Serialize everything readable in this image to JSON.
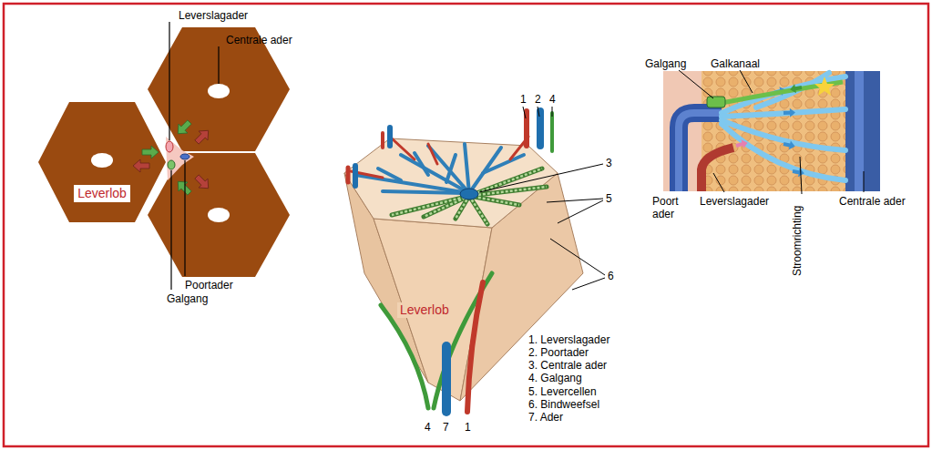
{
  "diagram": {
    "nodes": [
      {
        "text": [
          "Leverlob"
        ]
      }
    ],
    "labels": [
      "Leverslagader",
      "Centrale ader",
      "Poortader",
      "Galgang",
      "1",
      "2",
      "4",
      "3",
      "5",
      "6",
      "4",
      "7",
      "1",
      "1. Leverslagader",
      "2. Poortader",
      "3. Centrale ader",
      "4. Galgang",
      "5. Levercellen",
      "6. Bindweefsel",
      "7. Ader",
      "Leverlob",
      "Galgang",
      "Galkanaal",
      "Poort ader",
      "Leverslagader",
      "Stroomrichting",
      "Centrale ader"
    ]
  }
}
